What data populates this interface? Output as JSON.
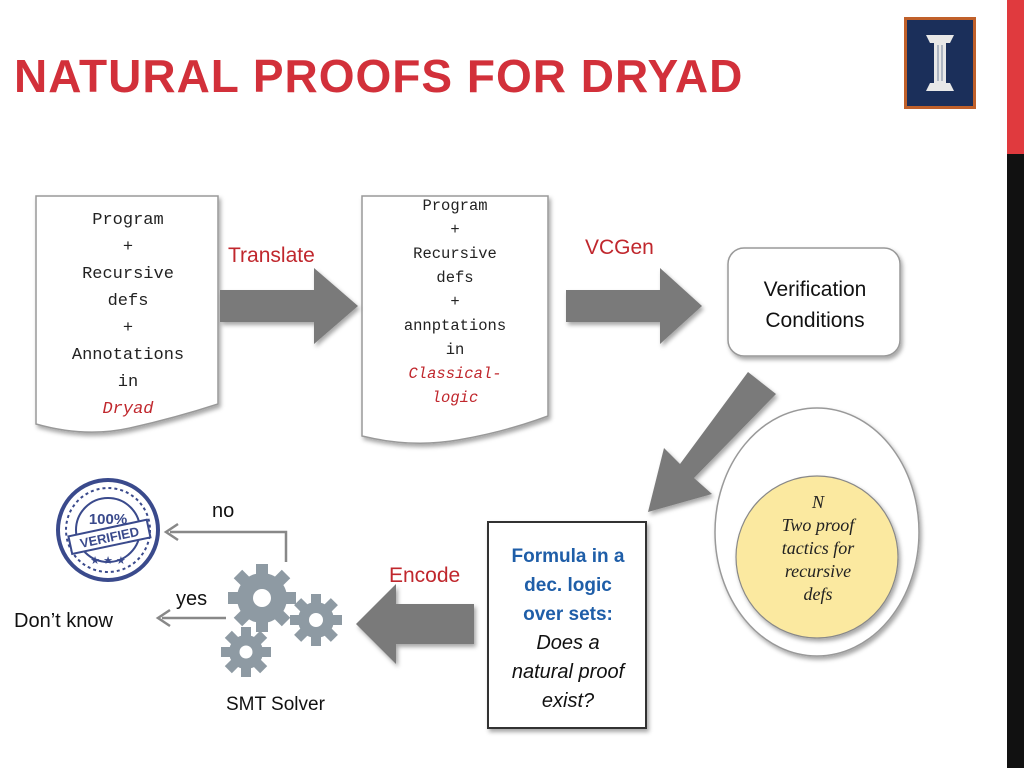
{
  "title": "NATURAL PROOFS FOR DRYAD",
  "doc1": {
    "lines": [
      "Program",
      "+",
      "Recursive",
      "defs",
      "+",
      "Annotations",
      "in"
    ],
    "highlight": "Dryad"
  },
  "doc2": {
    "lines": [
      "Program",
      "+",
      "Recursive",
      "defs",
      "+",
      "annptations",
      "in"
    ],
    "highlight1": "Classical-",
    "highlight2": "logic"
  },
  "arrows": {
    "translate": "Translate",
    "vcgen": "VCGen",
    "encode": "Encode"
  },
  "vc_box": {
    "line1": "Verification",
    "line2": "Conditions"
  },
  "formula_box": {
    "bold1": "Formula in a",
    "bold2": "dec. logic",
    "bold3": "over sets:",
    "ital1": "Does a",
    "ital2": "natural proof",
    "ital3": "exist?"
  },
  "tactics": {
    "line1": "N",
    "line2": "Two proof",
    "line3": "tactics for",
    "line4": "recursive",
    "line5": "defs"
  },
  "smt": {
    "label": "SMT Solver",
    "no": "no",
    "yes": "yes",
    "dont_know": "Don’t know"
  },
  "stamp": {
    "pct": "100%",
    "word": "VERIFIED"
  },
  "colors": {
    "title": "#d2303a",
    "label_red": "#c0272d",
    "formula_blue": "#1f5ea8",
    "tactics_fill": "#fbe9a0",
    "arrow_gray": "#7a7a7a"
  }
}
